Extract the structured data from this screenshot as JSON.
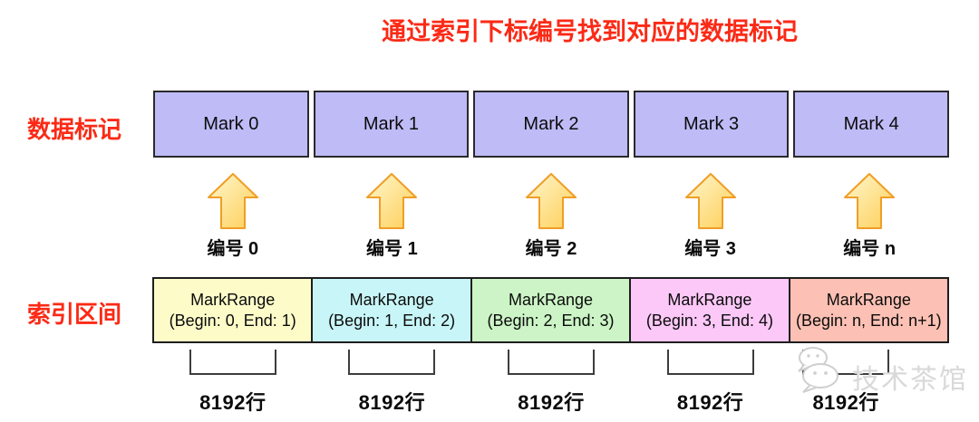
{
  "title": "通过索引下标编号找到对应的数据标记",
  "row_labels": {
    "marks": "数据标记",
    "ranges": "索引区间"
  },
  "columns": [
    {
      "mark": "Mark 0",
      "num": "编号 0",
      "range_title": "MarkRange",
      "range_detail": "(Begin: 0, End: 1)",
      "rows": "8192行"
    },
    {
      "mark": "Mark 1",
      "num": "编号 1",
      "range_title": "MarkRange",
      "range_detail": "(Begin: 1, End: 2)",
      "rows": "8192行"
    },
    {
      "mark": "Mark 2",
      "num": "编号 2",
      "range_title": "MarkRange",
      "range_detail": "(Begin: 2, End: 3)",
      "rows": "8192行"
    },
    {
      "mark": "Mark 3",
      "num": "编号 3",
      "range_title": "MarkRange",
      "range_detail": "(Begin: 3, End: 4)",
      "rows": "8192行"
    },
    {
      "mark": "Mark 4",
      "num": "编号 n",
      "range_title": "MarkRange",
      "range_detail": "(Begin: n, End: n+1)",
      "rows": "8192行"
    }
  ],
  "watermark": {
    "icon": "wechat-icon",
    "text": "技术茶馆"
  },
  "colors": {
    "accent_red": "#fb2a16",
    "mark_fill": "#bebbf6",
    "arrow_fill_light": "#fff7cf",
    "arrow_fill_dark": "#fdce55",
    "arrow_stroke": "#ef9e27",
    "range_fills": [
      "#fdfcc9",
      "#c8f6f8",
      "#ccf4c6",
      "#fcc8f8",
      "#fcc0b4"
    ],
    "watermark_gray": "#d9d9d9"
  }
}
